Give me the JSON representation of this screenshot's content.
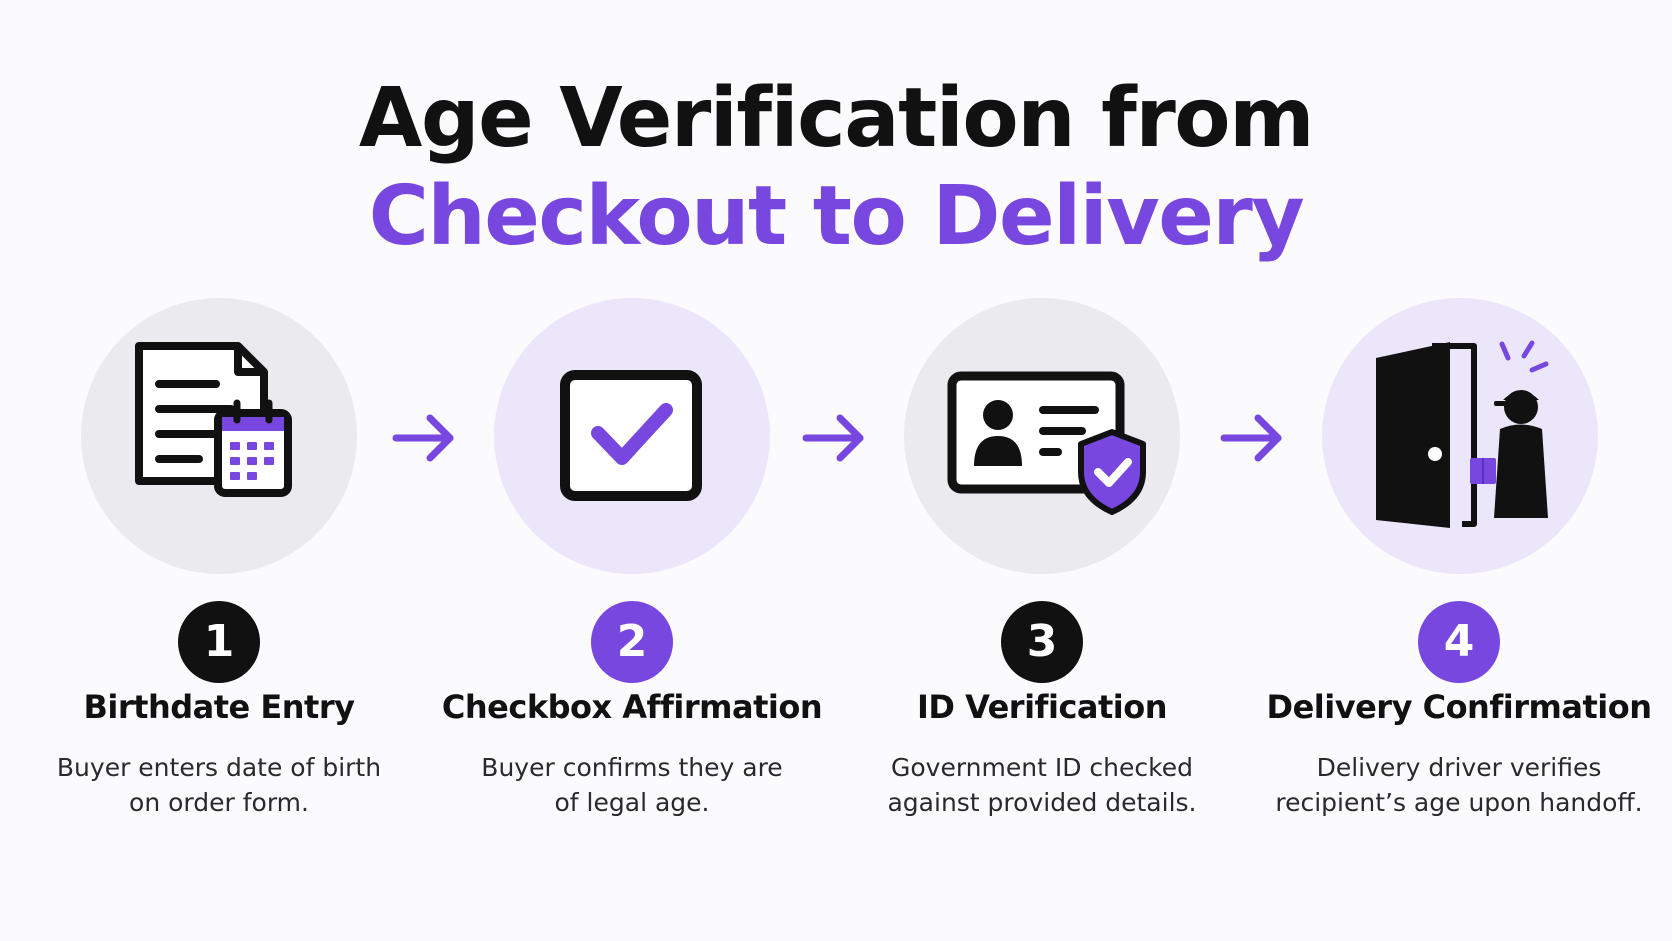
{
  "title": {
    "line1": "Age Verification from",
    "line2": "Checkout to Delivery"
  },
  "colors": {
    "accent": "#7747e0",
    "dark": "#111111",
    "circle_gray": "#ebeaef",
    "circle_lavender": "#ece6fa"
  },
  "steps": [
    {
      "number": "1",
      "title": "Birthdate Entry",
      "description_line1": "Buyer enters date of birth",
      "description_line2": "on order form.",
      "icon": "document-calendar-icon"
    },
    {
      "number": "2",
      "title": "Checkbox Affirmation",
      "description_line1": "Buyer confirms they are",
      "description_line2": "of legal age.",
      "icon": "checkbox-checked-icon"
    },
    {
      "number": "3",
      "title": "ID Verification",
      "description_line1": "Government ID checked",
      "description_line2": "against provided details.",
      "icon": "id-card-shield-icon"
    },
    {
      "number": "4",
      "title": "Delivery Confirmation",
      "description_line1": "Delivery driver verifies",
      "description_line2": "recipient’s age upon handoff.",
      "icon": "door-delivery-person-icon"
    }
  ],
  "connectors": [
    "arrow-right-icon",
    "arrow-right-icon",
    "arrow-right-icon"
  ]
}
